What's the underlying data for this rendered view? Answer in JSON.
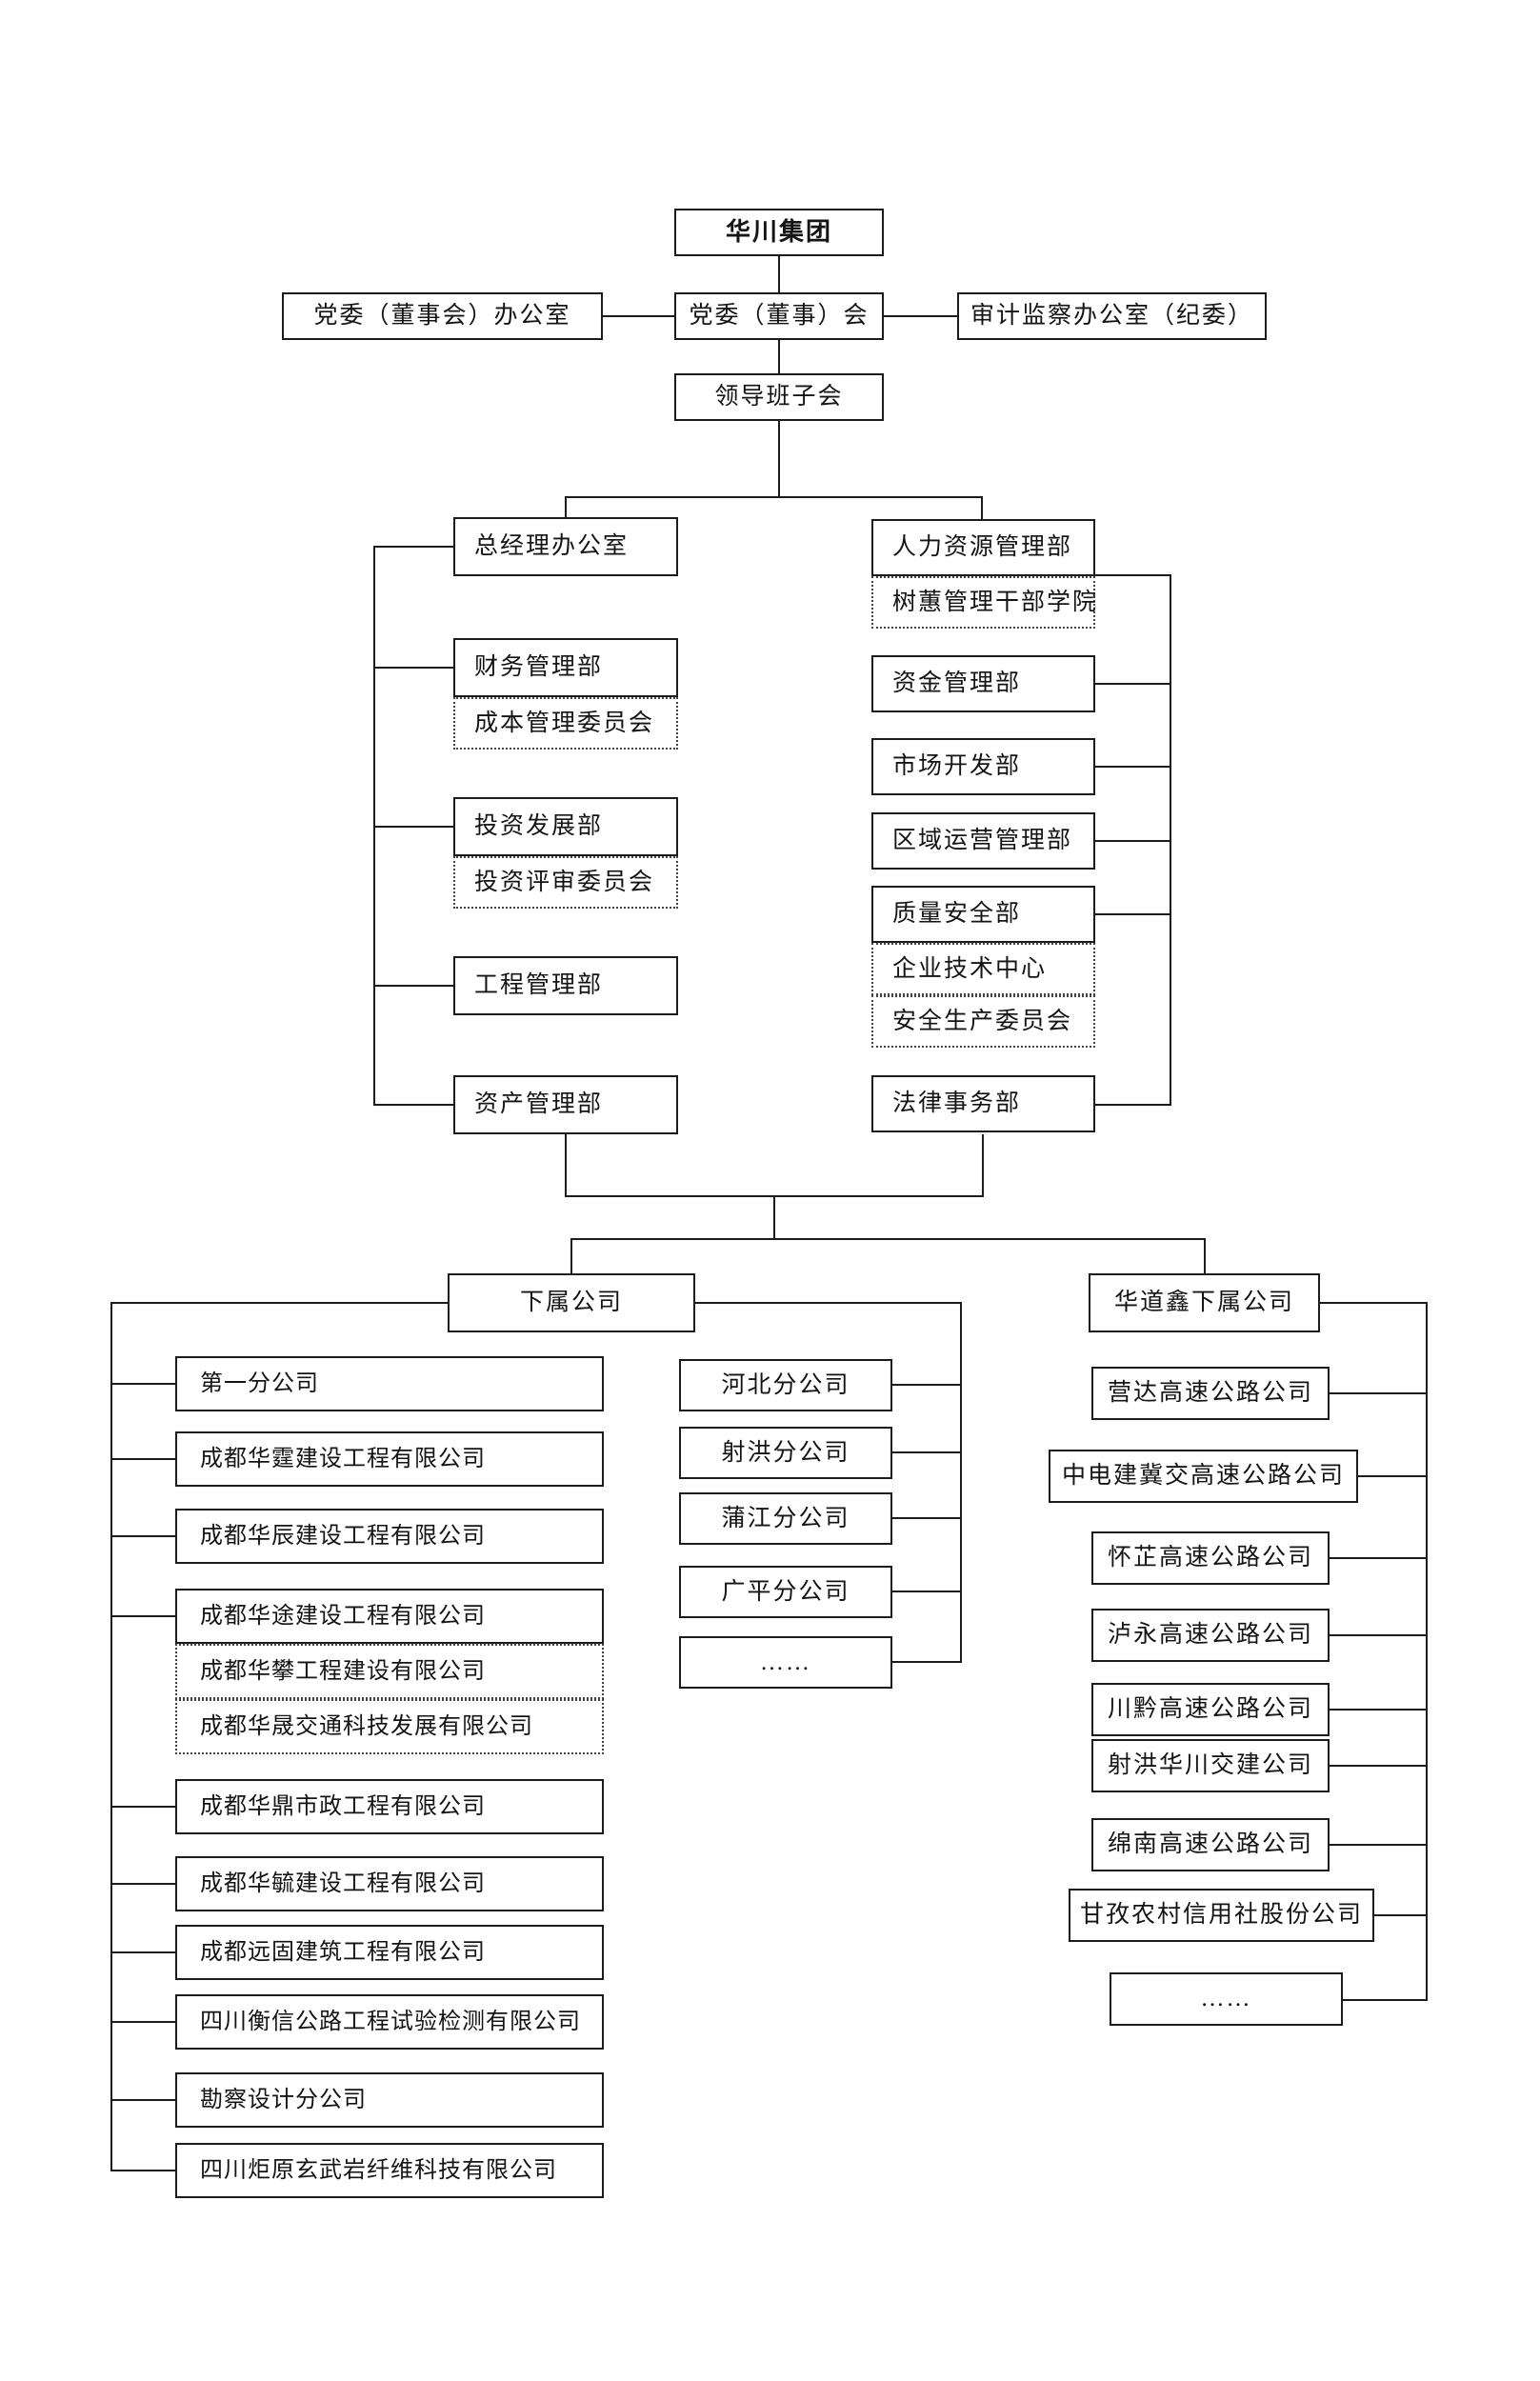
{
  "page": {
    "background_color": "#ffffff",
    "line_color": "#1c1c1c"
  },
  "org": {
    "root": "华川集团",
    "party_office": "党委（董事会）办公室",
    "party_committee": "党委（董事）会",
    "audit_office": "审计监察办公室（纪委）",
    "leadership": "领导班子会",
    "left_departments": {
      "gm_office": "总经理办公室",
      "finance": "财务管理部",
      "finance_sub": "成本管理委员会",
      "investment": "投资发展部",
      "investment_sub": "投资评审委员会",
      "engineering": "工程管理部",
      "assets": "资产管理部"
    },
    "right_departments": {
      "hr": "人力资源管理部",
      "hr_sub": "树蕙管理干部学院",
      "funds": "资金管理部",
      "market": "市场开发部",
      "regional": "区域运营管理部",
      "quality": "质量安全部",
      "quality_sub1": "企业技术中心",
      "quality_sub2": "安全生产委员会",
      "legal": "法律事务部"
    },
    "subsidiaries_header": "下属公司",
    "huadaoxin_header": "华道鑫下属公司",
    "subsidiaries_left": [
      "第一分公司",
      "成都华霆建设工程有限公司",
      "成都华辰建设工程有限公司",
      "成都华途建设工程有限公司",
      "成都华鼎市政工程有限公司",
      "成都华毓建设工程有限公司",
      "成都远固建筑工程有限公司",
      "四川衡信公路工程试验检测有限公司",
      "勘察设计分公司",
      "四川炬原玄武岩纤维科技有限公司"
    ],
    "subsidiaries_left_dotted": [
      "成都华攀工程建设有限公司",
      "成都华晟交通科技发展有限公司"
    ],
    "branches_middle": [
      "河北分公司",
      "射洪分公司",
      "蒲江分公司",
      "广平分公司",
      "……"
    ],
    "huadaoxin_companies": [
      "营达高速公路公司",
      "中电建冀交高速公路公司",
      "怀芷高速公路公司",
      "泸永高速公路公司",
      "川黔高速公路公司",
      "射洪华川交建公司",
      "绵南高速公路公司",
      "甘孜农村信用社股份公司",
      "……"
    ]
  }
}
